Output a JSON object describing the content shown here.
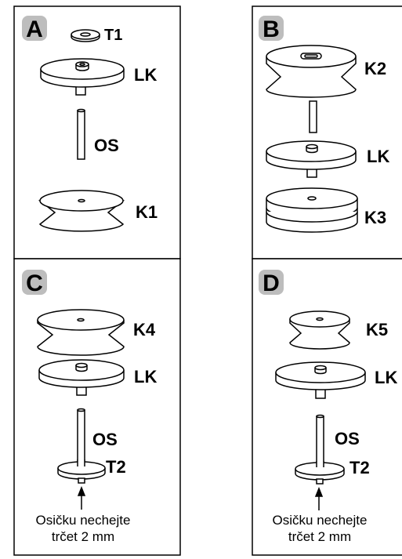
{
  "panels": {
    "a": {
      "badge": "A",
      "labels": {
        "t1": "T1",
        "lk": "LK",
        "os": "OS",
        "k1": "K1"
      }
    },
    "b": {
      "badge": "B",
      "labels": {
        "k2": "K2",
        "lk": "LK",
        "k3": "K3"
      }
    },
    "c": {
      "badge": "C",
      "labels": {
        "k4": "K4",
        "lk": "LK",
        "os": "OS",
        "t2": "T2"
      },
      "caption_line1": "Osičku nechejte",
      "caption_line2": "trčet 2 mm"
    },
    "d": {
      "badge": "D",
      "labels": {
        "k5": "K5",
        "lk": "LK",
        "os": "OS",
        "t2": "T2"
      },
      "caption_line1": "Osičku nechejte",
      "caption_line2": "trčet 2 mm"
    }
  },
  "colors": {
    "badge_fill": "#bdbdbd",
    "line": "#000000",
    "paper": "#ffffff"
  }
}
